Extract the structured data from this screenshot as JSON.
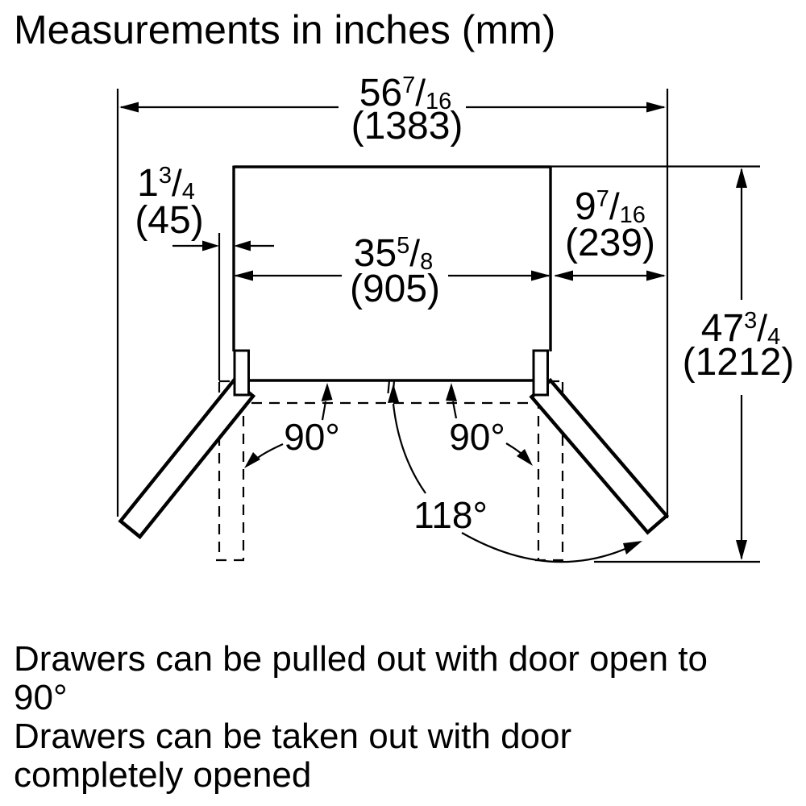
{
  "title": "Measurements in inches (mm)",
  "glyphs": {
    "fraction_slash": "/"
  },
  "dimensions": {
    "overall_width_doors_open": {
      "whole": "56",
      "num": "7",
      "den": "16",
      "mm": "(1383)"
    },
    "door_protrusion": {
      "whole": "1",
      "num": "3",
      "den": "4",
      "mm": "(45)"
    },
    "cabinet_width": {
      "whole": "35",
      "num": "5",
      "den": "8",
      "mm": "(905)"
    },
    "door_side_clearance": {
      "whole": "9",
      "num": "7",
      "den": "16",
      "mm": "(239)"
    },
    "depth_door_open": {
      "whole": "47",
      "num": "3",
      "den": "4",
      "mm": "(1212)"
    }
  },
  "angles": {
    "left_door_open": "90°",
    "right_door_open": "90°",
    "max_opening": "118°"
  },
  "notes": {
    "lines": [
      "Drawers can be pulled out with door open to",
      "90°",
      "Drawers can be taken out with door",
      "completely opened"
    ]
  },
  "colors": {
    "line": "#000000",
    "background": "#ffffff",
    "text": "#000000"
  }
}
